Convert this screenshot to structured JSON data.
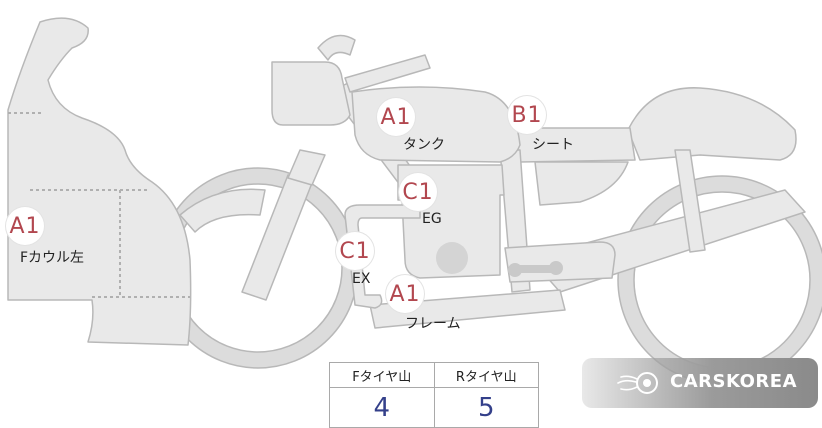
{
  "parts": [
    {
      "id": "tank",
      "grade": "A1",
      "label": "タンク"
    },
    {
      "id": "seat",
      "grade": "B1",
      "label": "シート"
    },
    {
      "id": "engine",
      "grade": "C1",
      "label": "EG"
    },
    {
      "id": "front-cowl-left",
      "grade": "A1",
      "label": "Fカウル左"
    },
    {
      "id": "exhaust",
      "grade": "C1",
      "label": "EX"
    },
    {
      "id": "frame",
      "grade": "A1",
      "label": "フレーム"
    }
  ],
  "tread_table": {
    "front_header": "Fタイヤ山",
    "rear_header": "Rタイヤ山",
    "front_value": "4",
    "rear_value": "5"
  },
  "logo": {
    "text": "CARSKOREA",
    "icon": "flame-wheel-icon"
  },
  "colors": {
    "grade_text": "#b2474f",
    "tread_value": "#34408a",
    "bike_fill": "#e9e9e9",
    "bike_stroke": "#b8b8b8"
  }
}
